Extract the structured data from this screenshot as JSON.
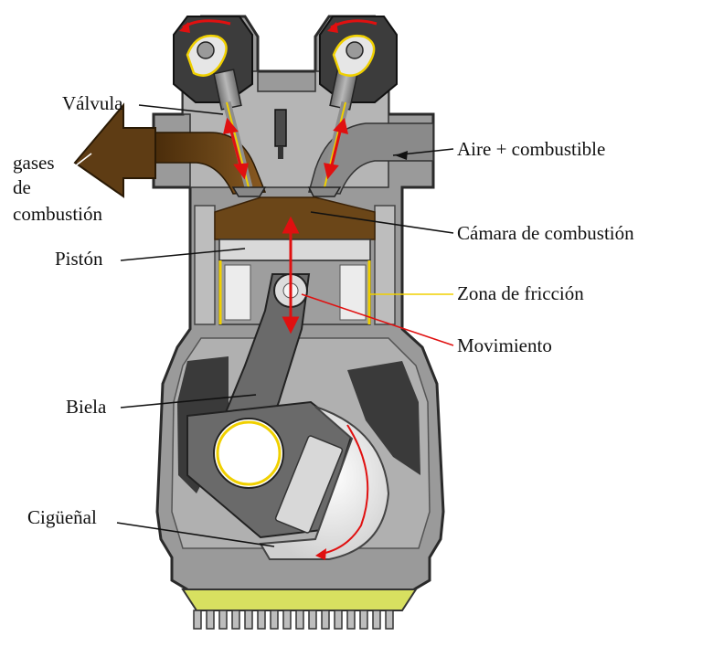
{
  "labels": {
    "valve": "Válvula",
    "exhaust_line1": "gases",
    "exhaust_line2": "de",
    "exhaust_line3": "combustión",
    "piston": "Pistón",
    "intake": "Aire + combustible",
    "chamber": "Cámara de combustión",
    "friction": "Zona de fricción",
    "movement": "Movimiento",
    "rod": "Biela",
    "crankshaft": "Cigüeñal"
  },
  "colors": {
    "engine_dark": "#5a5a5a",
    "engine_mid": "#8c8c8c",
    "engine_light": "#c8c8c8",
    "exhaust_brown": "#5e3c14",
    "friction_yellow": "#f0d000",
    "motion_red": "#e01010",
    "oil_sump": "#d8e060"
  },
  "icons": [
    "exhaust-arrow-icon",
    "movement-arrow-icon",
    "rotation-arrow-icon"
  ]
}
